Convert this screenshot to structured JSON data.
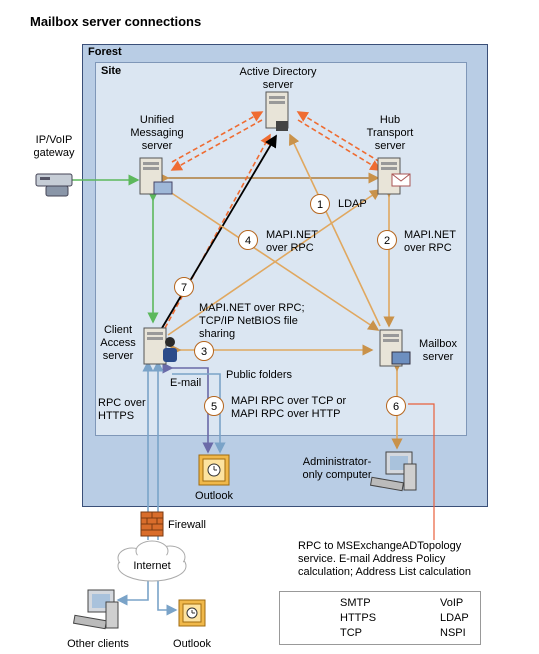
{
  "title": "Mailbox server connections",
  "forest_label": "Forest",
  "site_label": "Site",
  "nodes": {
    "active_directory": "Active Directory\nserver",
    "unified_messaging": "Unified\nMessaging\nserver",
    "hub_transport": "Hub\nTransport\nserver",
    "ip_voip_gateway": "IP/VoIP\ngateway",
    "client_access": "Client\nAccess\nserver",
    "mailbox": "Mailbox\nserver",
    "admin_computer": "Administrator-\nonly computer",
    "outlook_inside": "Outlook",
    "firewall": "Firewall",
    "internet": "Internet",
    "other_clients": "Other clients",
    "outlook_outside": "Outlook"
  },
  "connections": {
    "c1": {
      "num": "1",
      "text": "LDAP"
    },
    "c2": {
      "num": "2",
      "text": "MAPI.NET\nover RPC"
    },
    "c3": {
      "num": "3",
      "text": ""
    },
    "c4": {
      "num": "4",
      "text": "MAPI.NET\nover RPC"
    },
    "c5": {
      "num": "5",
      "text": "MAPI RPC over TCP or\nMAPI RPC over HTTP"
    },
    "c6": {
      "num": "6",
      "text": "RPC to MSExchangeADTopology\nservice. E-mail Address Policy\ncalculation; Address List calculation"
    },
    "c7": {
      "num": "7",
      "text": "MAPI.NET over RPC;\nTCP/IP NetBIOS file\nsharing"
    }
  },
  "misc_labels": {
    "public_folders": "Public folders",
    "email": "E-mail",
    "rpc_over_https": "RPC over\nHTTPS"
  },
  "legend": {
    "items": [
      {
        "label": "SMTP",
        "color": "#b07d3a",
        "style": "solid"
      },
      {
        "label": "VoIP",
        "color": "#5cb85c",
        "style": "solid"
      },
      {
        "label": "HTTPS",
        "color": "#7aa3c8",
        "style": "solid"
      },
      {
        "label": "LDAP",
        "color": "#ef6c32",
        "style": "dashed"
      },
      {
        "label": "TCP",
        "color": "#6a6aa8",
        "style": "solid"
      },
      {
        "label": "NSPI",
        "color": "#000000",
        "style": "solid"
      }
    ]
  },
  "colors": {
    "smtp": "#b07d3a",
    "voip": "#5cb85c",
    "https": "#7aa3c8",
    "ldap": "#ef6c32",
    "tcp": "#6a6aa8",
    "nspi": "#000000",
    "mapi": "#e0a860",
    "rpc_line": "#e8603c"
  }
}
